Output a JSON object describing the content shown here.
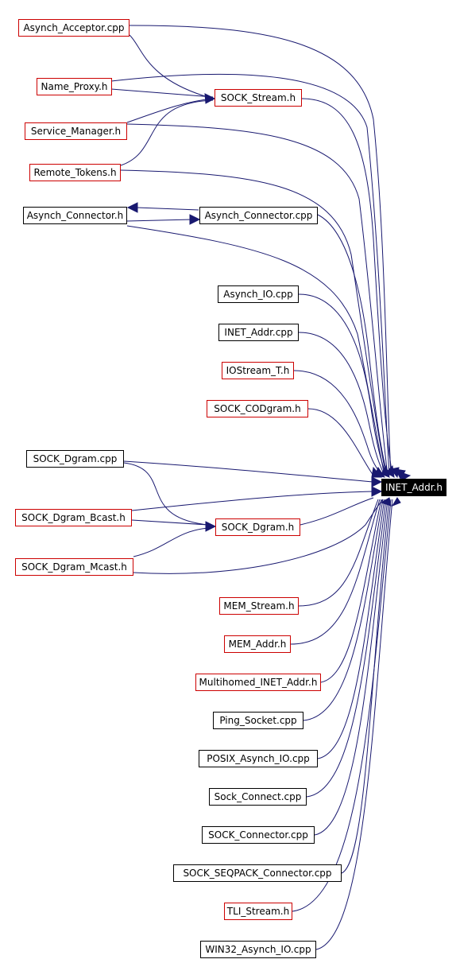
{
  "graph": {
    "target": "INET_Addr.h",
    "edge_color": "#191970",
    "nodes": {
      "asynch_acceptor_cpp": "Asynch_Acceptor.cpp",
      "name_proxy_h": "Name_Proxy.h",
      "sock_stream_h": "SOCK_Stream.h",
      "service_manager_h": "Service_Manager.h",
      "remote_tokens_h": "Remote_Tokens.h",
      "asynch_connector_h": "Asynch_Connector.h",
      "asynch_connector_cpp": "Asynch_Connector.cpp",
      "asynch_io_cpp": "Asynch_IO.cpp",
      "inet_addr_cpp": "INET_Addr.cpp",
      "iostream_t_h": "IOStream_T.h",
      "sock_codgram_h": "SOCK_CODgram.h",
      "sock_dgram_cpp": "SOCK_Dgram.cpp",
      "inet_addr_h": "INET_Addr.h",
      "sock_dgram_bcast_h": "SOCK_Dgram_Bcast.h",
      "sock_dgram_h": "SOCK_Dgram.h",
      "sock_dgram_mcast_h": "SOCK_Dgram_Mcast.h",
      "mem_stream_h": "MEM_Stream.h",
      "mem_addr_h": "MEM_Addr.h",
      "multihomed_inet_addr_h": "Multihomed_INET_Addr.h",
      "ping_socket_cpp": "Ping_Socket.cpp",
      "posix_asynch_io_cpp": "POSIX_Asynch_IO.cpp",
      "sock_connect_cpp": "Sock_Connect.cpp",
      "sock_connector_cpp": "SOCK_Connector.cpp",
      "sock_seqpack_connector_cpp": "SOCK_SEQPACK_Connector.cpp",
      "tli_stream_h": "TLI_Stream.h",
      "win32_asynch_io_cpp": "WIN32_Asynch_IO.cpp"
    }
  }
}
